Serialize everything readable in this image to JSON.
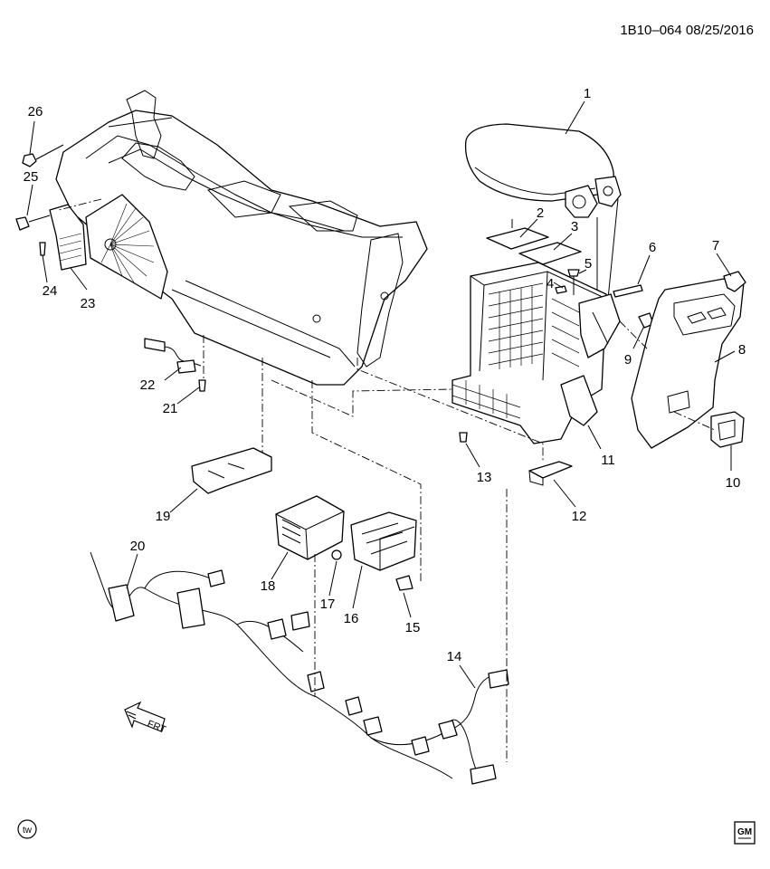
{
  "header": {
    "reference": "1B10–064  08/25/2016"
  },
  "callouts": [
    {
      "id": "1",
      "label": "1"
    },
    {
      "id": "2",
      "label": "2"
    },
    {
      "id": "3",
      "label": "3"
    },
    {
      "id": "4",
      "label": "4"
    },
    {
      "id": "5",
      "label": "5"
    },
    {
      "id": "6",
      "label": "6"
    },
    {
      "id": "7",
      "label": "7"
    },
    {
      "id": "8",
      "label": "8"
    },
    {
      "id": "9",
      "label": "9"
    },
    {
      "id": "10",
      "label": "10"
    },
    {
      "id": "11",
      "label": "11"
    },
    {
      "id": "12",
      "label": "12"
    },
    {
      "id": "13",
      "label": "13"
    },
    {
      "id": "14",
      "label": "14"
    },
    {
      "id": "15",
      "label": "15"
    },
    {
      "id": "16",
      "label": "16"
    },
    {
      "id": "17",
      "label": "17"
    },
    {
      "id": "18",
      "label": "18"
    },
    {
      "id": "19",
      "label": "19"
    },
    {
      "id": "20",
      "label": "20"
    },
    {
      "id": "21",
      "label": "21"
    },
    {
      "id": "22",
      "label": "22"
    },
    {
      "id": "23",
      "label": "23"
    },
    {
      "id": "24",
      "label": "24"
    },
    {
      "id": "25",
      "label": "25"
    },
    {
      "id": "26",
      "label": "26"
    }
  ],
  "front_arrow": {
    "label": "FRT"
  },
  "footer": {
    "badge_left": "tw",
    "logo_text": "GM"
  },
  "icons": {
    "front_arrow": "front-direction-arrow-icon",
    "badge": "tw-circle-badge-icon",
    "logo": "gm-logo-icon"
  }
}
